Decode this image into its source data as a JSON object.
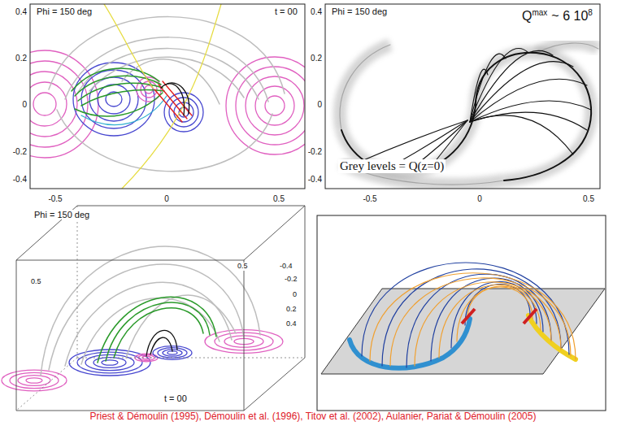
{
  "diagram": {
    "caption": "Priest & Démoulin (1995), Démoulin et al. (1996), Titov et al. (2002), Aulanier, Pariat & Démoulin (2005)",
    "labels": [
      "Phi = 150 deg",
      "t = 00",
      "0.4",
      "0.2",
      "0",
      "-0.2",
      "-0.4",
      "-0.5",
      "0",
      "0.5",
      "Phi = 150 deg",
      "Q",
      "max",
      "~ 6 10",
      "8",
      "Grey levels = Q(z=0)",
      "0.4",
      "0.2",
      "0",
      "-0.2",
      "-0.4",
      "-0.5",
      "0",
      "0.5",
      "Phi = 150 deg",
      "t = 00",
      "0.5",
      "0.5",
      "-0.4",
      "-0.2",
      "0",
      "0.2",
      "0.4"
    ]
  }
}
